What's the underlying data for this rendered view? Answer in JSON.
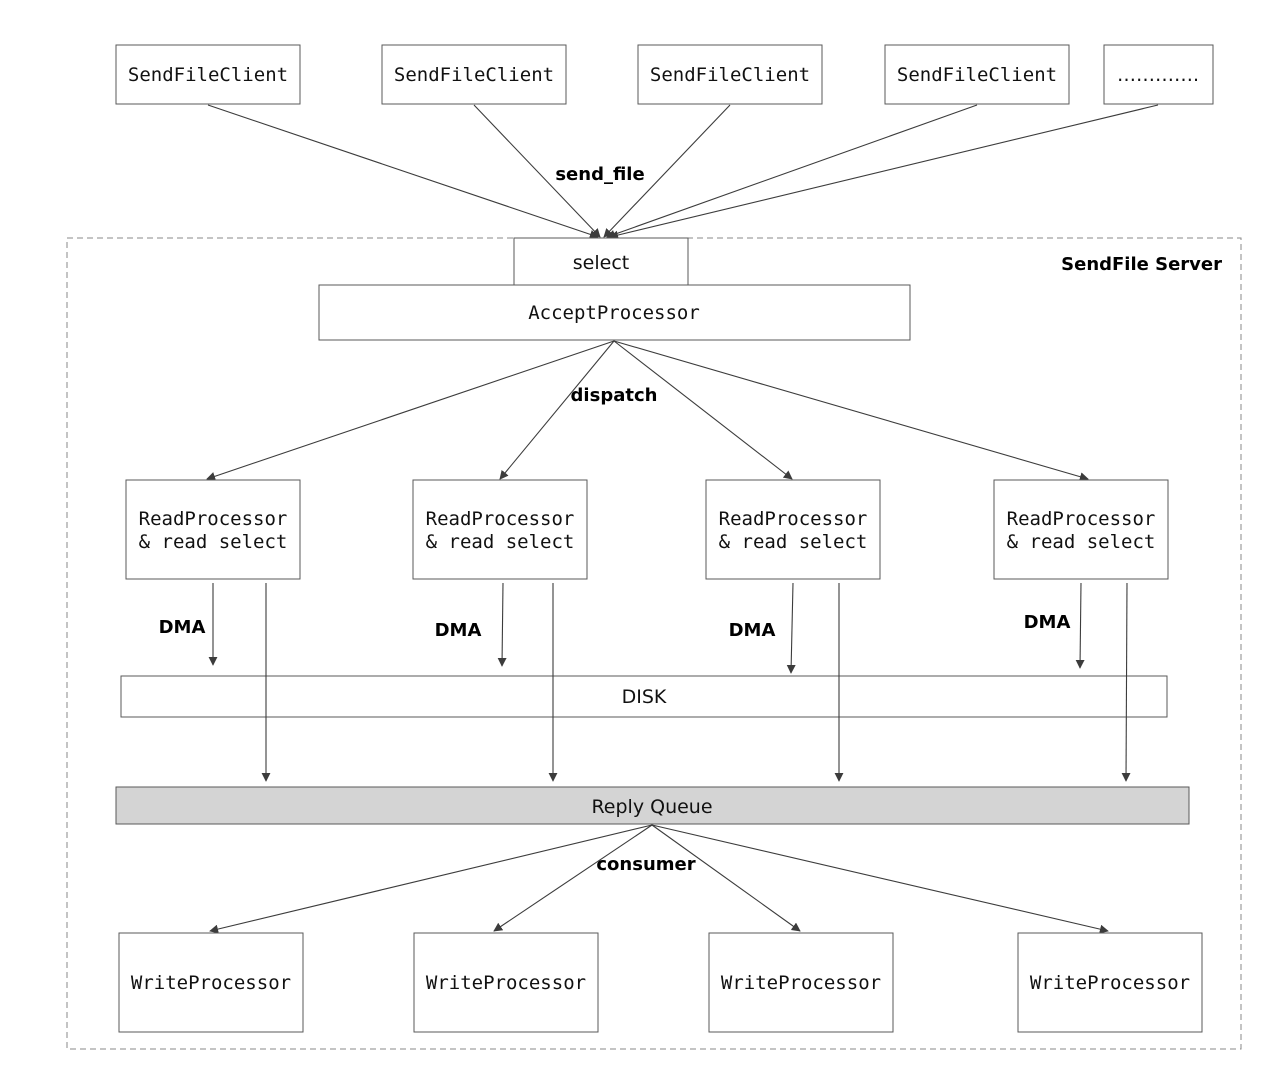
{
  "clients": [
    "SendFileClient",
    "SendFileClient",
    "SendFileClient",
    "SendFileClient",
    "…………."
  ],
  "labels": {
    "send_file": "send_file",
    "select": "select",
    "server_title": "SendFile Server",
    "accept_processor": "AcceptProcessor",
    "dispatch": "dispatch",
    "dma": "DMA",
    "disk": "DISK",
    "reply_queue": "Reply Queue",
    "consumer": "consumer"
  },
  "read_processors": [
    {
      "line1": "ReadProcessor",
      "line2": "& read select"
    },
    {
      "line1": "ReadProcessor",
      "line2": "& read select"
    },
    {
      "line1": "ReadProcessor",
      "line2": "& read select"
    },
    {
      "line1": "ReadProcessor",
      "line2": "& read select"
    }
  ],
  "write_processors": [
    "WriteProcessor",
    "WriteProcessor",
    "WriteProcessor",
    "WriteProcessor"
  ],
  "colors": {
    "reply_queue_fill": "#d4d4d4",
    "line": "#3c3c3c",
    "border": "#5a5a5a"
  }
}
